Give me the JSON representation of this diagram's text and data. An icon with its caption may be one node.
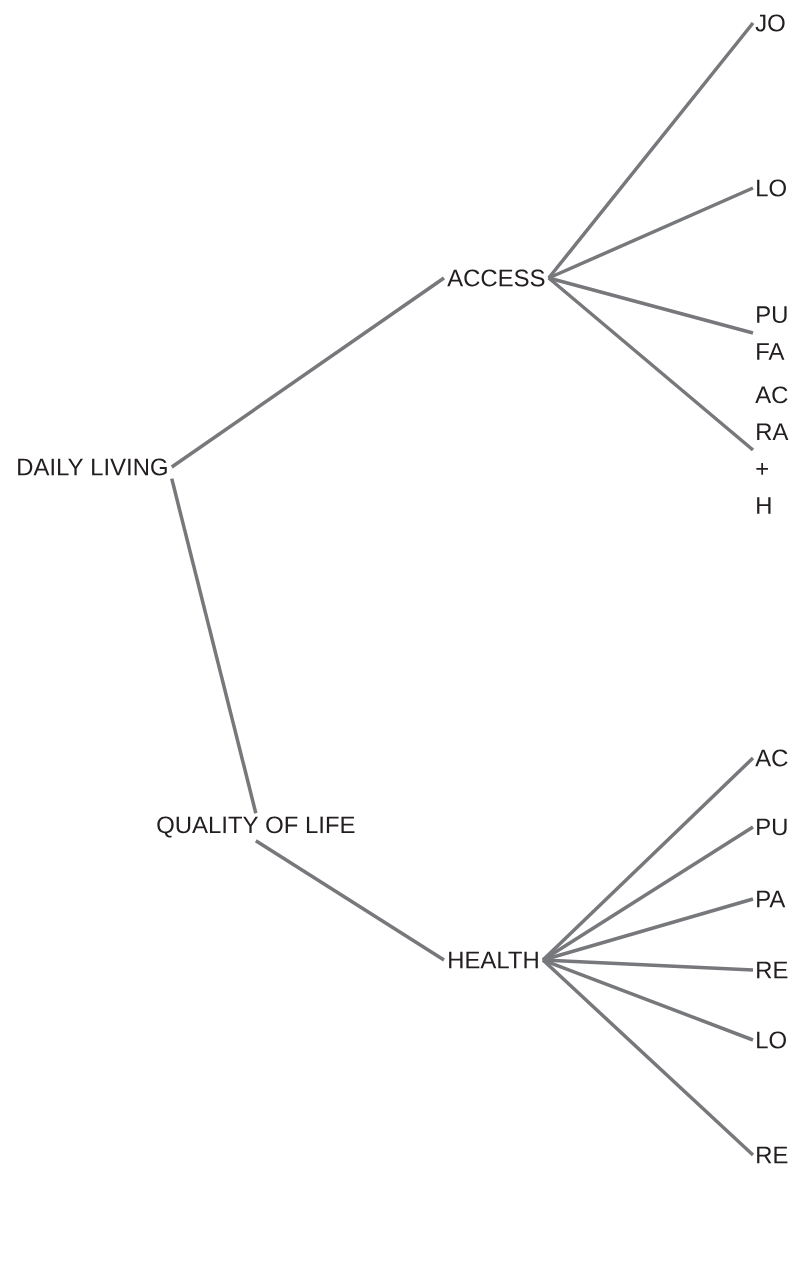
{
  "diagram": {
    "nodes": [
      {
        "text": [
          "DAILY LIVING"
        ]
      },
      {
        "text": [
          "ACCESS"
        ]
      },
      {
        "text": [
          "JO"
        ]
      },
      {
        "text": [
          "LO"
        ]
      },
      {
        "text": [
          "PU FA"
        ]
      },
      {
        "text": [
          "AC RA + H"
        ]
      },
      {
        "text": [
          "QUALITY OF LIFE"
        ]
      },
      {
        "text": [
          "HEALTH"
        ]
      },
      {
        "text": [
          "AC"
        ]
      },
      {
        "text": [
          "PU"
        ]
      },
      {
        "text": [
          "PA"
        ]
      },
      {
        "text": [
          "RE"
        ]
      },
      {
        "text": [
          "LO"
        ]
      },
      {
        "text": [
          "RE"
        ]
      }
    ],
    "edges": [
      {
        "from": 0,
        "to": 1,
        "arrow": "none"
      },
      {
        "from": 1,
        "to": 2,
        "arrow": "none"
      },
      {
        "from": 1,
        "to": 3,
        "arrow": "none"
      },
      {
        "from": 1,
        "to": 4,
        "arrow": "none"
      },
      {
        "from": 1,
        "to": 5,
        "arrow": "none"
      },
      {
        "from": 0,
        "to": 6,
        "arrow": "none"
      },
      {
        "from": 6,
        "to": 7,
        "arrow": "none"
      },
      {
        "from": 7,
        "to": 8,
        "arrow": "none"
      },
      {
        "from": 7,
        "to": 9,
        "arrow": "none"
      },
      {
        "from": 7,
        "to": 10,
        "arrow": "none"
      },
      {
        "from": 7,
        "to": 11,
        "arrow": "none"
      },
      {
        "from": 7,
        "to": 12,
        "arrow": "none"
      },
      {
        "from": 7,
        "to": 13,
        "arrow": "none"
      }
    ]
  }
}
